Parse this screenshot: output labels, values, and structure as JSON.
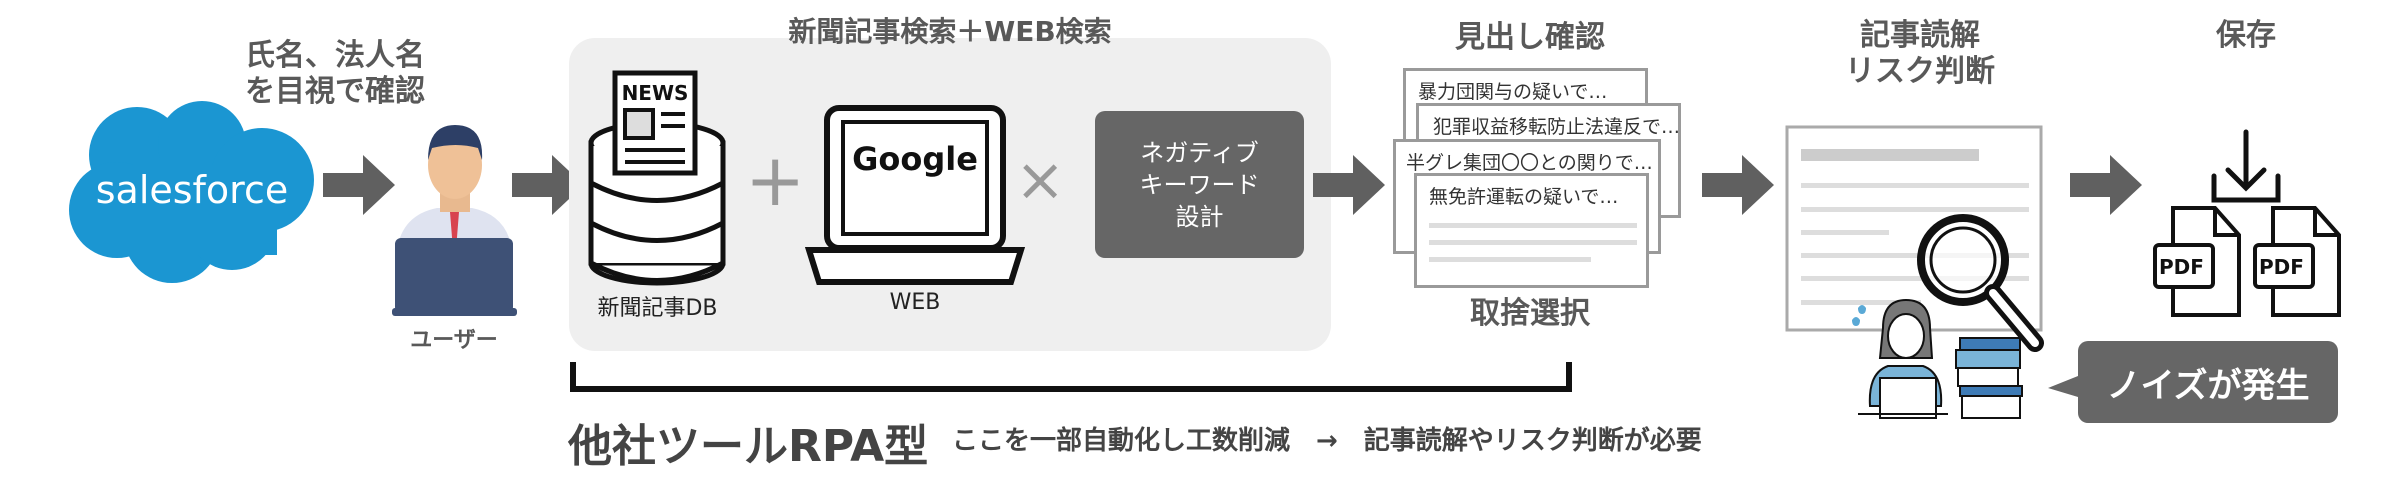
{
  "step1": {
    "logo_text": "salesforce",
    "caption_line1": "氏名、法人名",
    "caption_line2": "を目視で確認"
  },
  "user": {
    "label": "ユーザー"
  },
  "search": {
    "title": "新聞記事検索＋WEB検索",
    "db_label": "新聞記事DB",
    "db_icon_text": "NEWS",
    "web_label": "WEB",
    "google_text": "Google",
    "plus": "+",
    "times": "×",
    "keyword_box": [
      "ネガティブ",
      "キーワード",
      "設計"
    ]
  },
  "headlines": {
    "title": "見出し確認",
    "cards": [
      "暴力団関与の疑いで…",
      "犯罪収益移転防止法違反で…",
      "半グレ集団〇〇との関りで…",
      "無免許運転の疑いで…"
    ],
    "footer": "取捨選択"
  },
  "reading": {
    "title_line1": "記事読解",
    "title_line2": "リスク判断"
  },
  "save": {
    "title": "保存",
    "pdf_labels": [
      "PDF",
      "PDF"
    ]
  },
  "noise": {
    "label": "ノイズが発生"
  },
  "bottom": {
    "title": "他社ツールRPA型",
    "note": "ここを一部自動化し工数削減　→　記事読解やリスク判断が必要"
  },
  "colors": {
    "salesforce": "#1b96d2",
    "arrow": "#606060",
    "dark_box": "#666666",
    "panel": "#efefef"
  }
}
